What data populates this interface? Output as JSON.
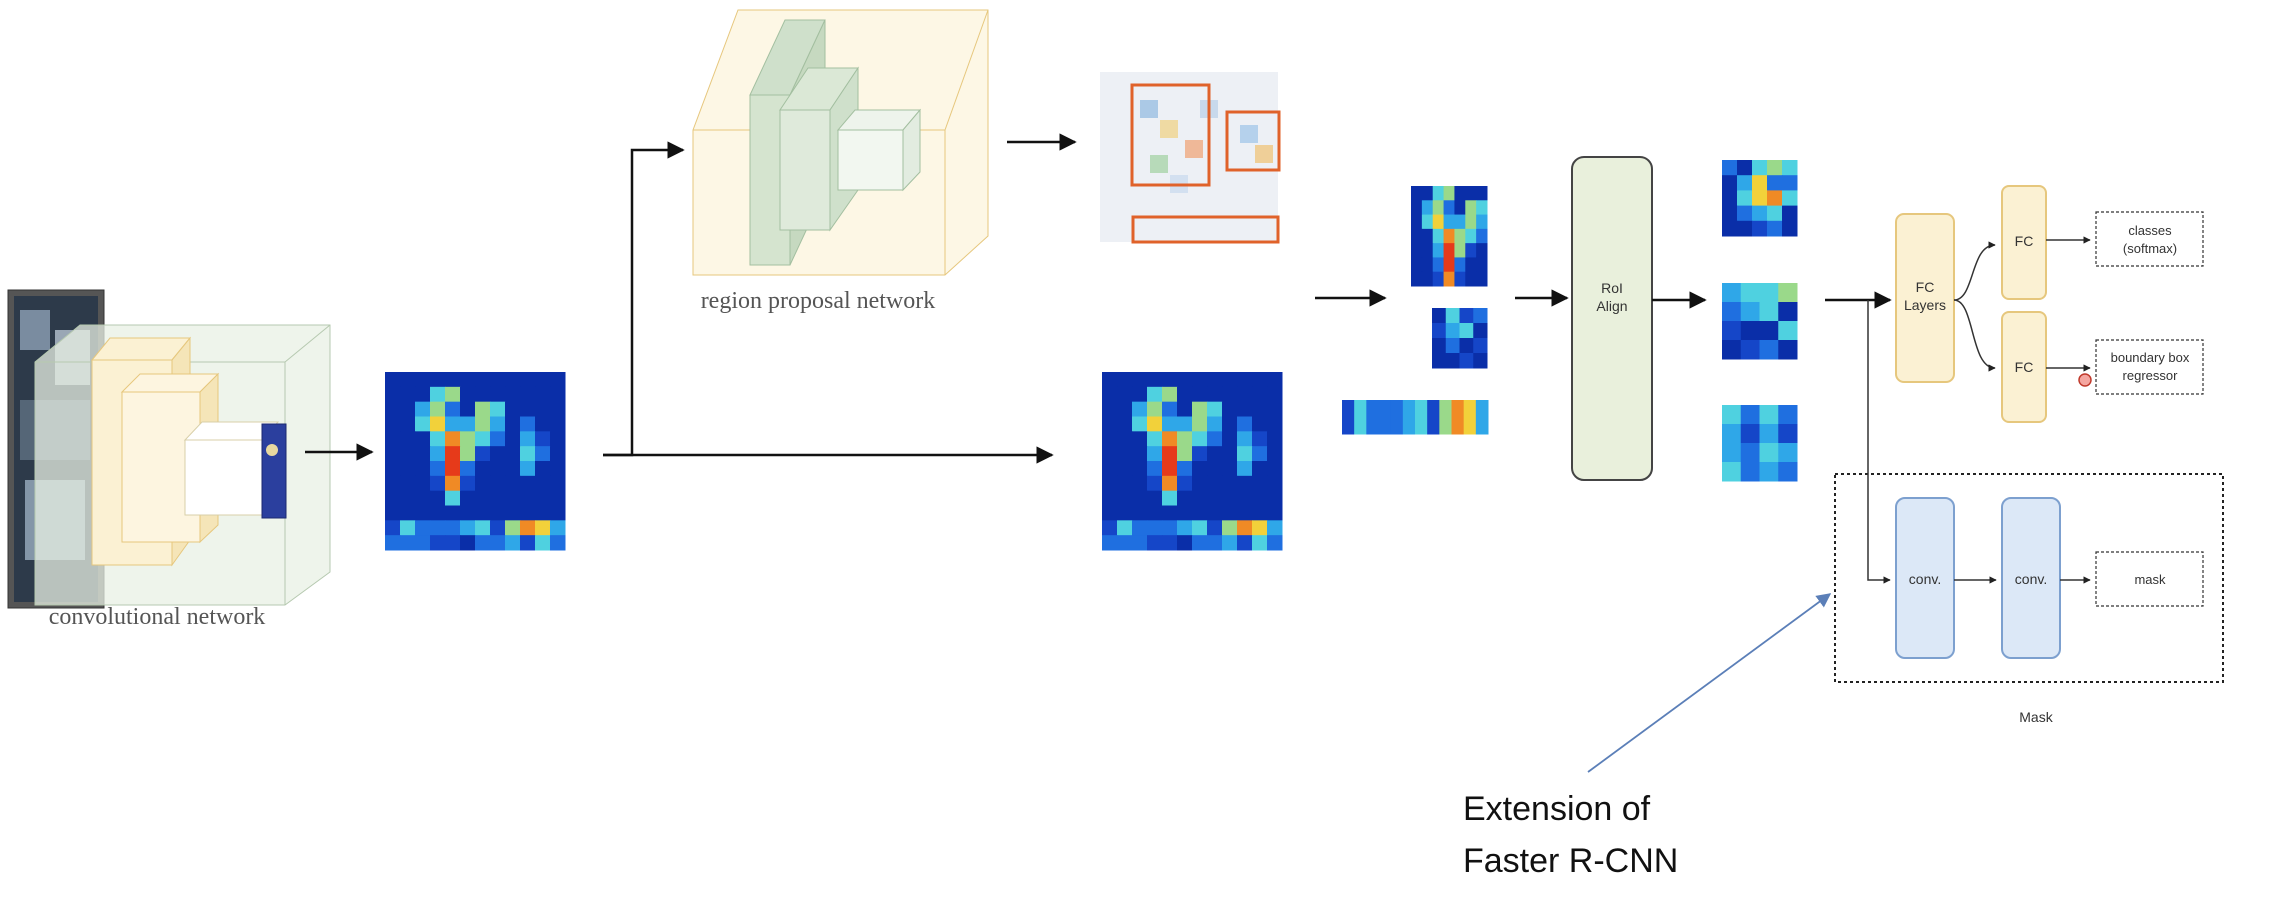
{
  "labels": {
    "conv_network": "convolutional network",
    "rpn": "region proposal network",
    "roi_align_line1": "RoI",
    "roi_align_line2": "Align",
    "fc_layers_line1": "FC",
    "fc_layers_line2": "Layers",
    "fc_top": "FC",
    "fc_bottom": "FC",
    "classes_line1": "classes",
    "classes_line2": "(softmax)",
    "bbox_line1": "boundary box",
    "bbox_line2": "regressor",
    "conv1": "conv.",
    "conv2": "conv.",
    "mask_output": "mask",
    "mask_group": "Mask",
    "annotation_line1": "Extension of",
    "annotation_line2": "Faster R-CNN"
  },
  "colors": {
    "arrow": "#111111",
    "proposal_box": "#e0622a",
    "yellow_block_fill": "#fbf1d3",
    "yellow_block_stroke": "#e6c77d",
    "green_block_fill": "#e9f0dc",
    "green_block_stroke": "#444444",
    "blue_block_fill": "#dce8f7",
    "blue_block_stroke": "#7da0cf",
    "annotation_line": "#5b7fb8",
    "heatmap_low": "#0a2ea8",
    "heatmap_mid": "#4fd1e0",
    "heatmap_high": "#e63a1a"
  }
}
